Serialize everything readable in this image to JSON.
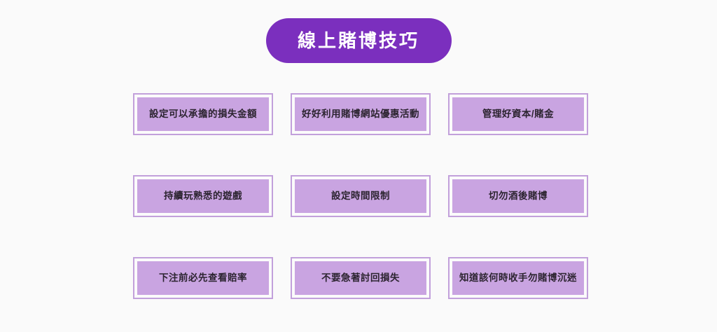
{
  "page": {
    "background_color": "#fafafa",
    "language": "zh-Hant"
  },
  "header": {
    "title": "線上賭博技巧",
    "pill_color": "#7B2FBE",
    "title_color": "#ffffff"
  },
  "tips": {
    "box_fill_color": "#C9A4E1",
    "box_border_color": "#C2A0DB",
    "text_color": "#2c2430",
    "items": [
      {
        "label": "設定可以承擔的損失金額"
      },
      {
        "label": "好好利用賭博網站優惠活動"
      },
      {
        "label": "管理好資本/賭金"
      },
      {
        "label": "持續玩熟悉的遊戲"
      },
      {
        "label": "設定時間限制"
      },
      {
        "label": "切勿酒後賭博"
      },
      {
        "label": "下注前必先查看賠率"
      },
      {
        "label": "不要急著討回損失"
      },
      {
        "label": "知道該何時收手勿賭博沉迷"
      }
    ]
  }
}
